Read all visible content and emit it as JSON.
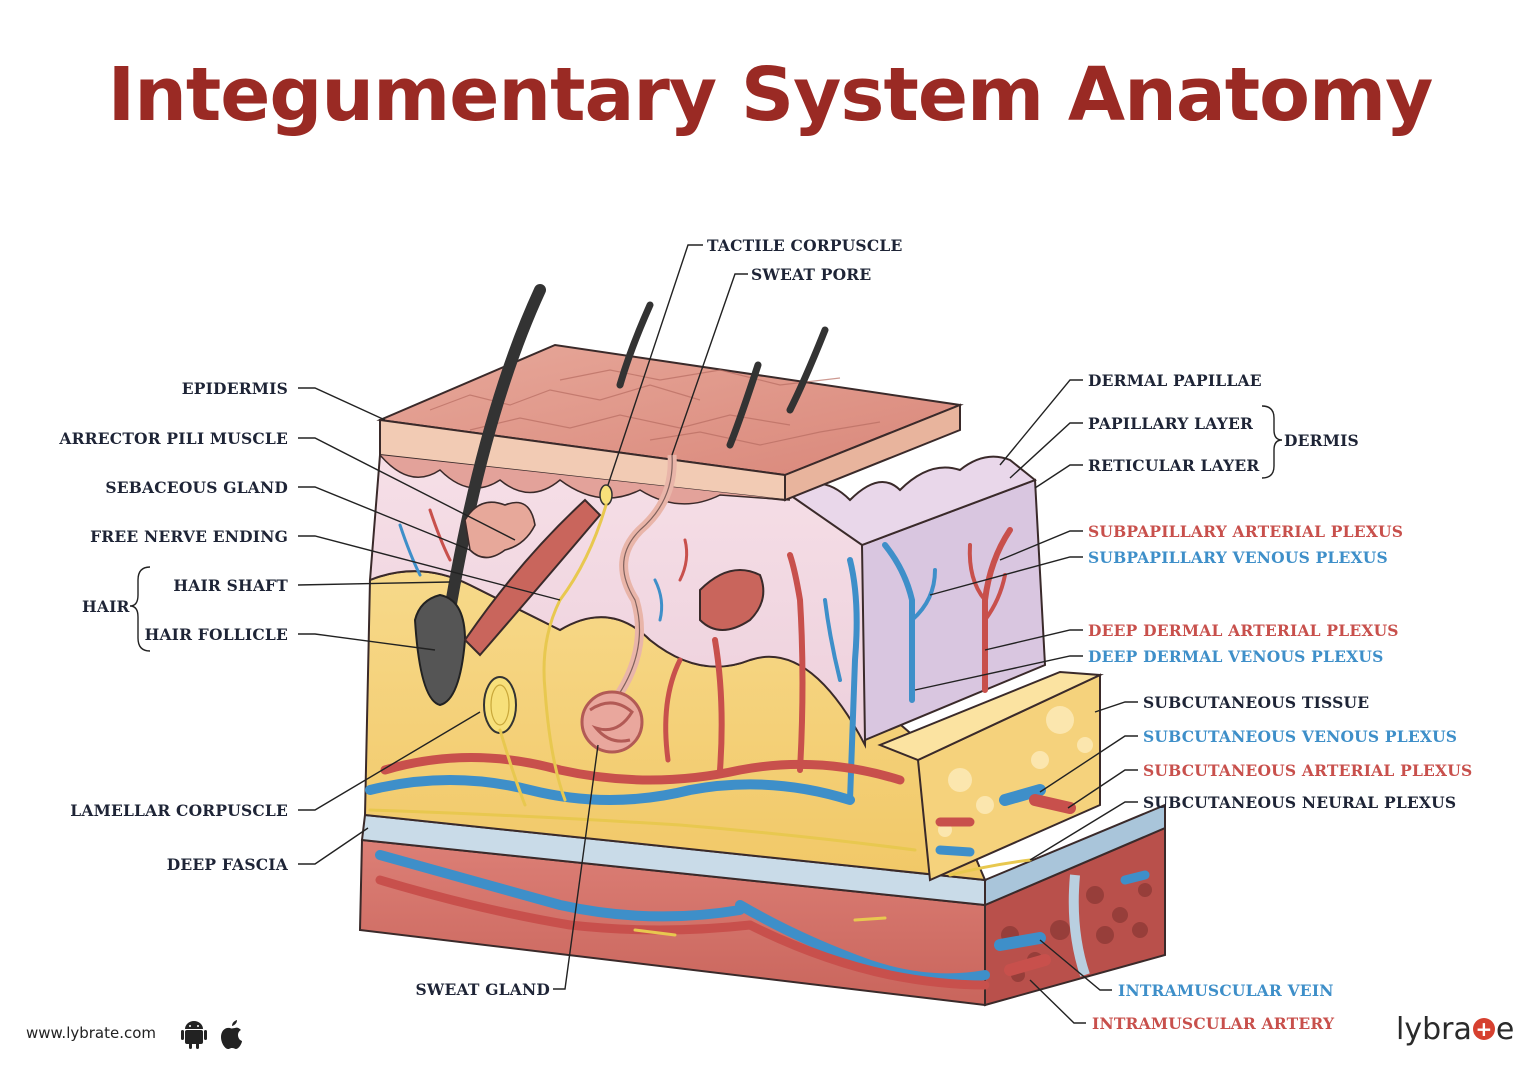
{
  "title": "Integumentary System Anatomy",
  "labels_left": {
    "epidermis": "EPIDERMIS",
    "arrector_pili_muscle": "ARRECTOR PILI MUSCLE",
    "sebaceous_gland": "SEBACEOUS GLAND",
    "free_nerve_ending": "FREE NERVE ENDING",
    "hair_group": "HAIR",
    "hair_shaft": "HAIR SHAFT",
    "hair_follicle": "HAIR FOLLICLE",
    "lamellar_corpuscle": "LAMELLAR CORPUSCLE",
    "deep_fascia": "DEEP FASCIA"
  },
  "labels_top": {
    "tactile_corpuscle": "TACTILE CORPUSCLE",
    "sweat_pore": "SWEAT PORE"
  },
  "labels_bottom": {
    "sweat_gland": "SWEAT GLAND"
  },
  "labels_right": {
    "dermal_papillae": "DERMAL PAPILLAE",
    "papillary_layer": "PAPILLARY LAYER",
    "reticular_layer": "RETICULAR LAYER",
    "dermis_group": "DERMIS",
    "subpapillary_arterial_plexus": "SUBPAPILLARY ARTERIAL PLEXUS",
    "subpapillary_venous_plexus": "SUBPAPILLARY VENOUS PLEXUS",
    "deep_dermal_arterial_plexus": "DEEP DERMAL ARTERIAL PLEXUS",
    "deep_dermal_venous_plexus": "DEEP DERMAL VENOUS PLEXUS",
    "subcutaneous_tissue": "SUBCUTANEOUS TISSUE",
    "subcutaneous_venous_plexus": "SUBCUTANEOUS VENOUS PLEXUS",
    "subcutaneous_arterial_plexus": "SUBCUTANEOUS ARTERIAL PLEXUS",
    "subcutaneous_neural_plexus": "SUBCUTANEOUS NEURAL PLEXUS",
    "intramuscular_vein": "INTRAMUSCULAR VEIN",
    "intramuscular_artery": "INTRAMUSCULAR ARTERY"
  },
  "footer": {
    "url": "www.lybrate.com",
    "logo_left": "lybra",
    "logo_plus": "+",
    "logo_right": "e",
    "icons": [
      "android-icon",
      "apple-icon"
    ]
  },
  "colors": {
    "title": "#9a2a24",
    "label_dark": "#1e2436",
    "label_artery": "#c8504c",
    "label_vein": "#3e8fc9"
  }
}
